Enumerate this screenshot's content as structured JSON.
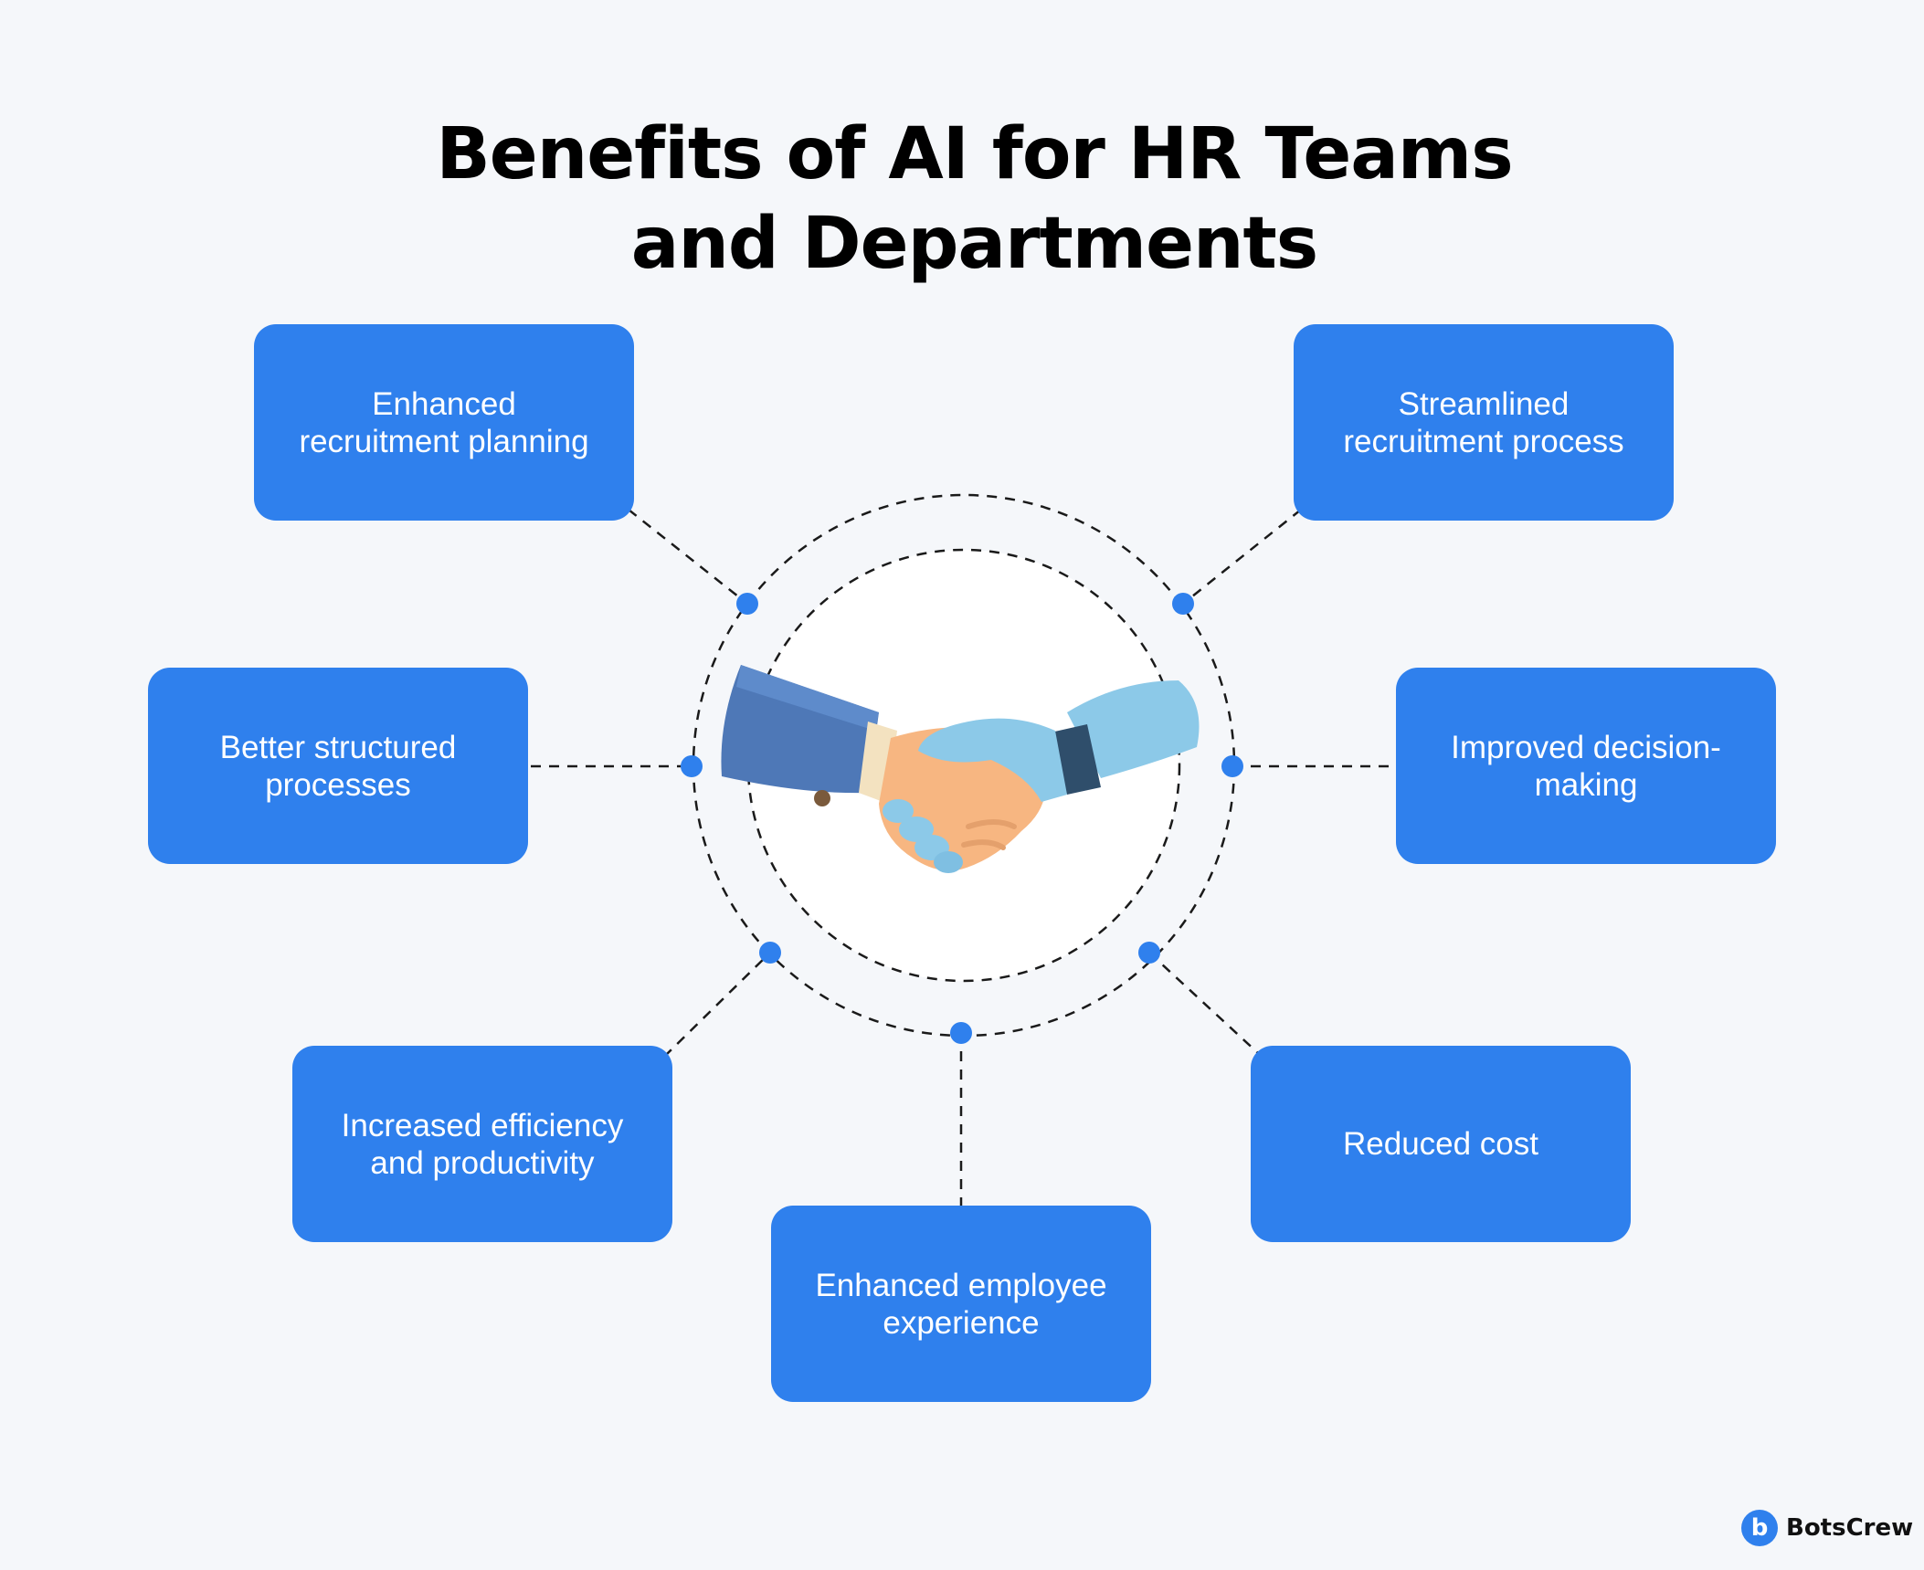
{
  "title": {
    "line1": "Benefits of AI for HR Teams",
    "line2": "and Departments"
  },
  "benefits": [
    {
      "id": "recruitment-planning",
      "label": "Enhanced\nrecruitment planning"
    },
    {
      "id": "streamlined-recruitment",
      "label": "Streamlined\nrecruitment process"
    },
    {
      "id": "structured-processes",
      "label": "Better structured\nprocesses"
    },
    {
      "id": "decision-making",
      "label": "Improved decision-\nmaking"
    },
    {
      "id": "efficiency-productivity",
      "label": "Increased efficiency\nand productivity"
    },
    {
      "id": "employee-experience",
      "label": "Enhanced employee\nexperience"
    },
    {
      "id": "reduced-cost",
      "label": "Reduced cost"
    }
  ],
  "center_image": "handshake-icon",
  "brand": {
    "name": "BotsCrew",
    "mark": "b"
  },
  "colors": {
    "background": "#F5F7FA",
    "card": "#2F80ED",
    "card_text": "#FFFFFF",
    "dot": "#2F80ED",
    "dashed_line": "#1A1A1A",
    "title": "#000000"
  }
}
